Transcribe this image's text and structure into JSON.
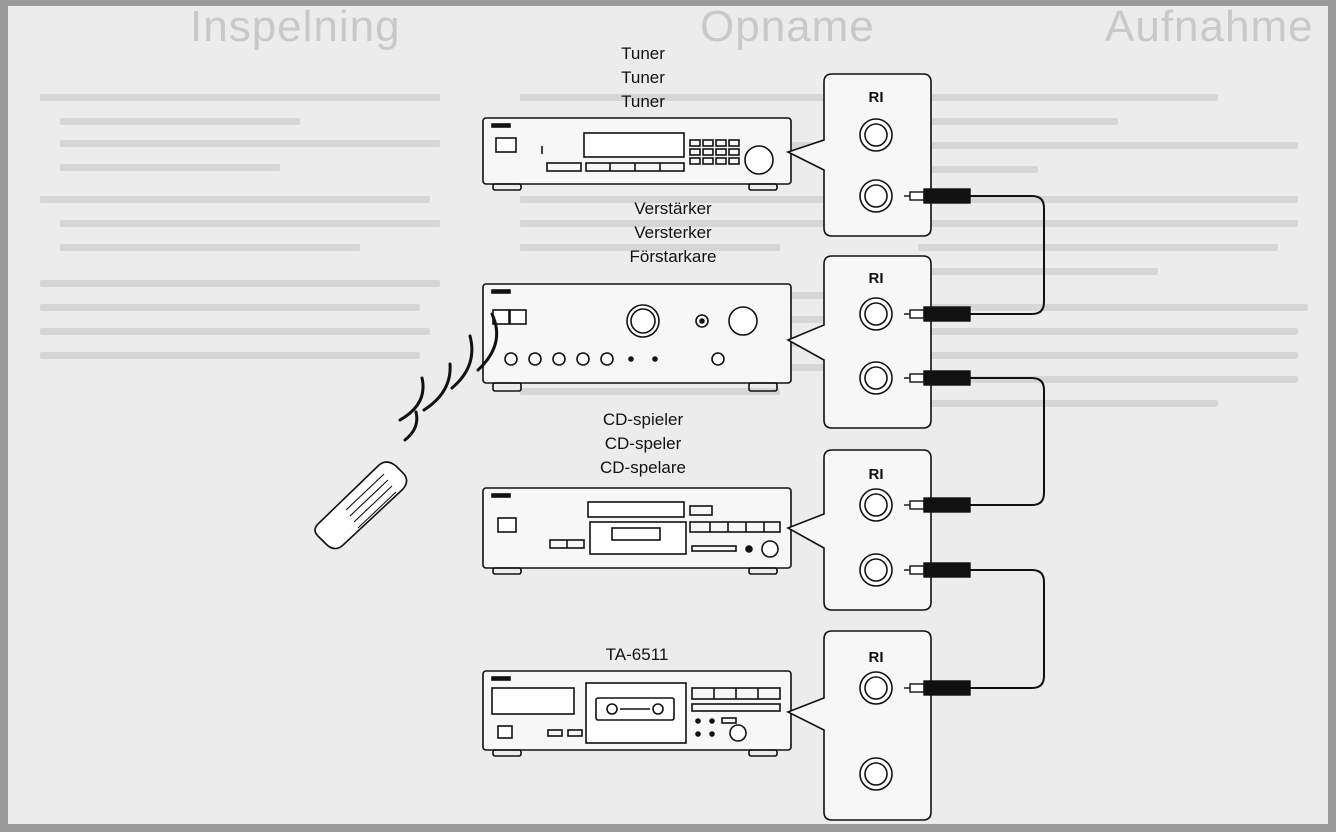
{
  "background_headings": {
    "left": "Inspelning",
    "middle": "Opname",
    "right": "Aufnahme"
  },
  "devices": {
    "tuner": {
      "names": [
        "Tuner",
        "Tuner",
        "Tuner"
      ]
    },
    "amplifier": {
      "names": [
        "Verstärker",
        "Versterker",
        "Förstarkare"
      ]
    },
    "cd_player": {
      "names": [
        "CD-spieler",
        "CD-speler",
        "CD-spelare"
      ]
    },
    "cassette_deck": {
      "names": [
        "TA-6511"
      ]
    }
  },
  "connector_label": "RI",
  "colors": {
    "line": "#111111",
    "panel": "#f7f7f7",
    "background": "#ececec",
    "frame": "#9a9a9a"
  }
}
